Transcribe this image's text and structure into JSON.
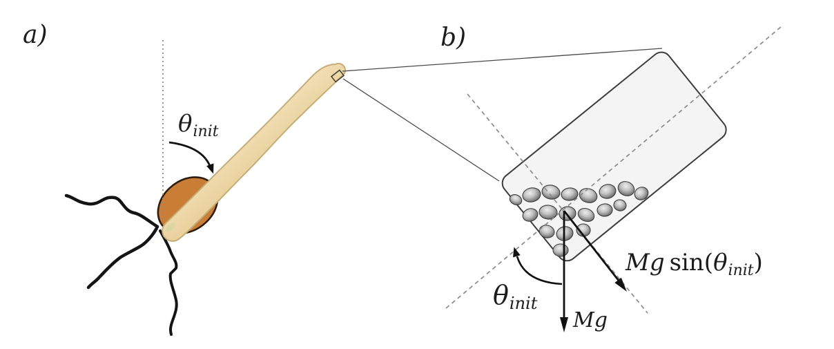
{
  "labels": {
    "panel_a": "a)",
    "panel_b": "b)",
    "theta_init_a": {
      "theta": "θ",
      "sub": "init"
    },
    "theta_init_b": {
      "theta": "θ",
      "sub": "init"
    },
    "mg": "Mg",
    "mg_sin": {
      "mg": "Mg",
      "sin": "sin(",
      "theta": "θ",
      "sub": "init",
      "close": ")"
    }
  },
  "colors": {
    "background": "#ffffff",
    "seed_fill": "#c97d35",
    "seed_outline": "#2e1c0d",
    "shoot_fill_light": "#f7e9c6",
    "shoot_fill_dark": "#e8cf9a",
    "shoot_outline": "#c4ad77",
    "shoot_base_sliver": "#d9d7a2",
    "root": "#141414",
    "cell_fill": "#f4f4f4",
    "cell_outline": "#3c3c3c",
    "zoom_box_outline": "#4a4234",
    "callout_line": "#4a4a4a",
    "dashed_line": "#8a8a8a",
    "arrow": "#111111",
    "grain_light": "#ededed",
    "grain_mid": "#c4c4c4",
    "grain_dark": "#808080",
    "grain_edge": "#4f4f4f",
    "grain_outline": "#3a3a3a",
    "text": "#1c1c1c"
  }
}
